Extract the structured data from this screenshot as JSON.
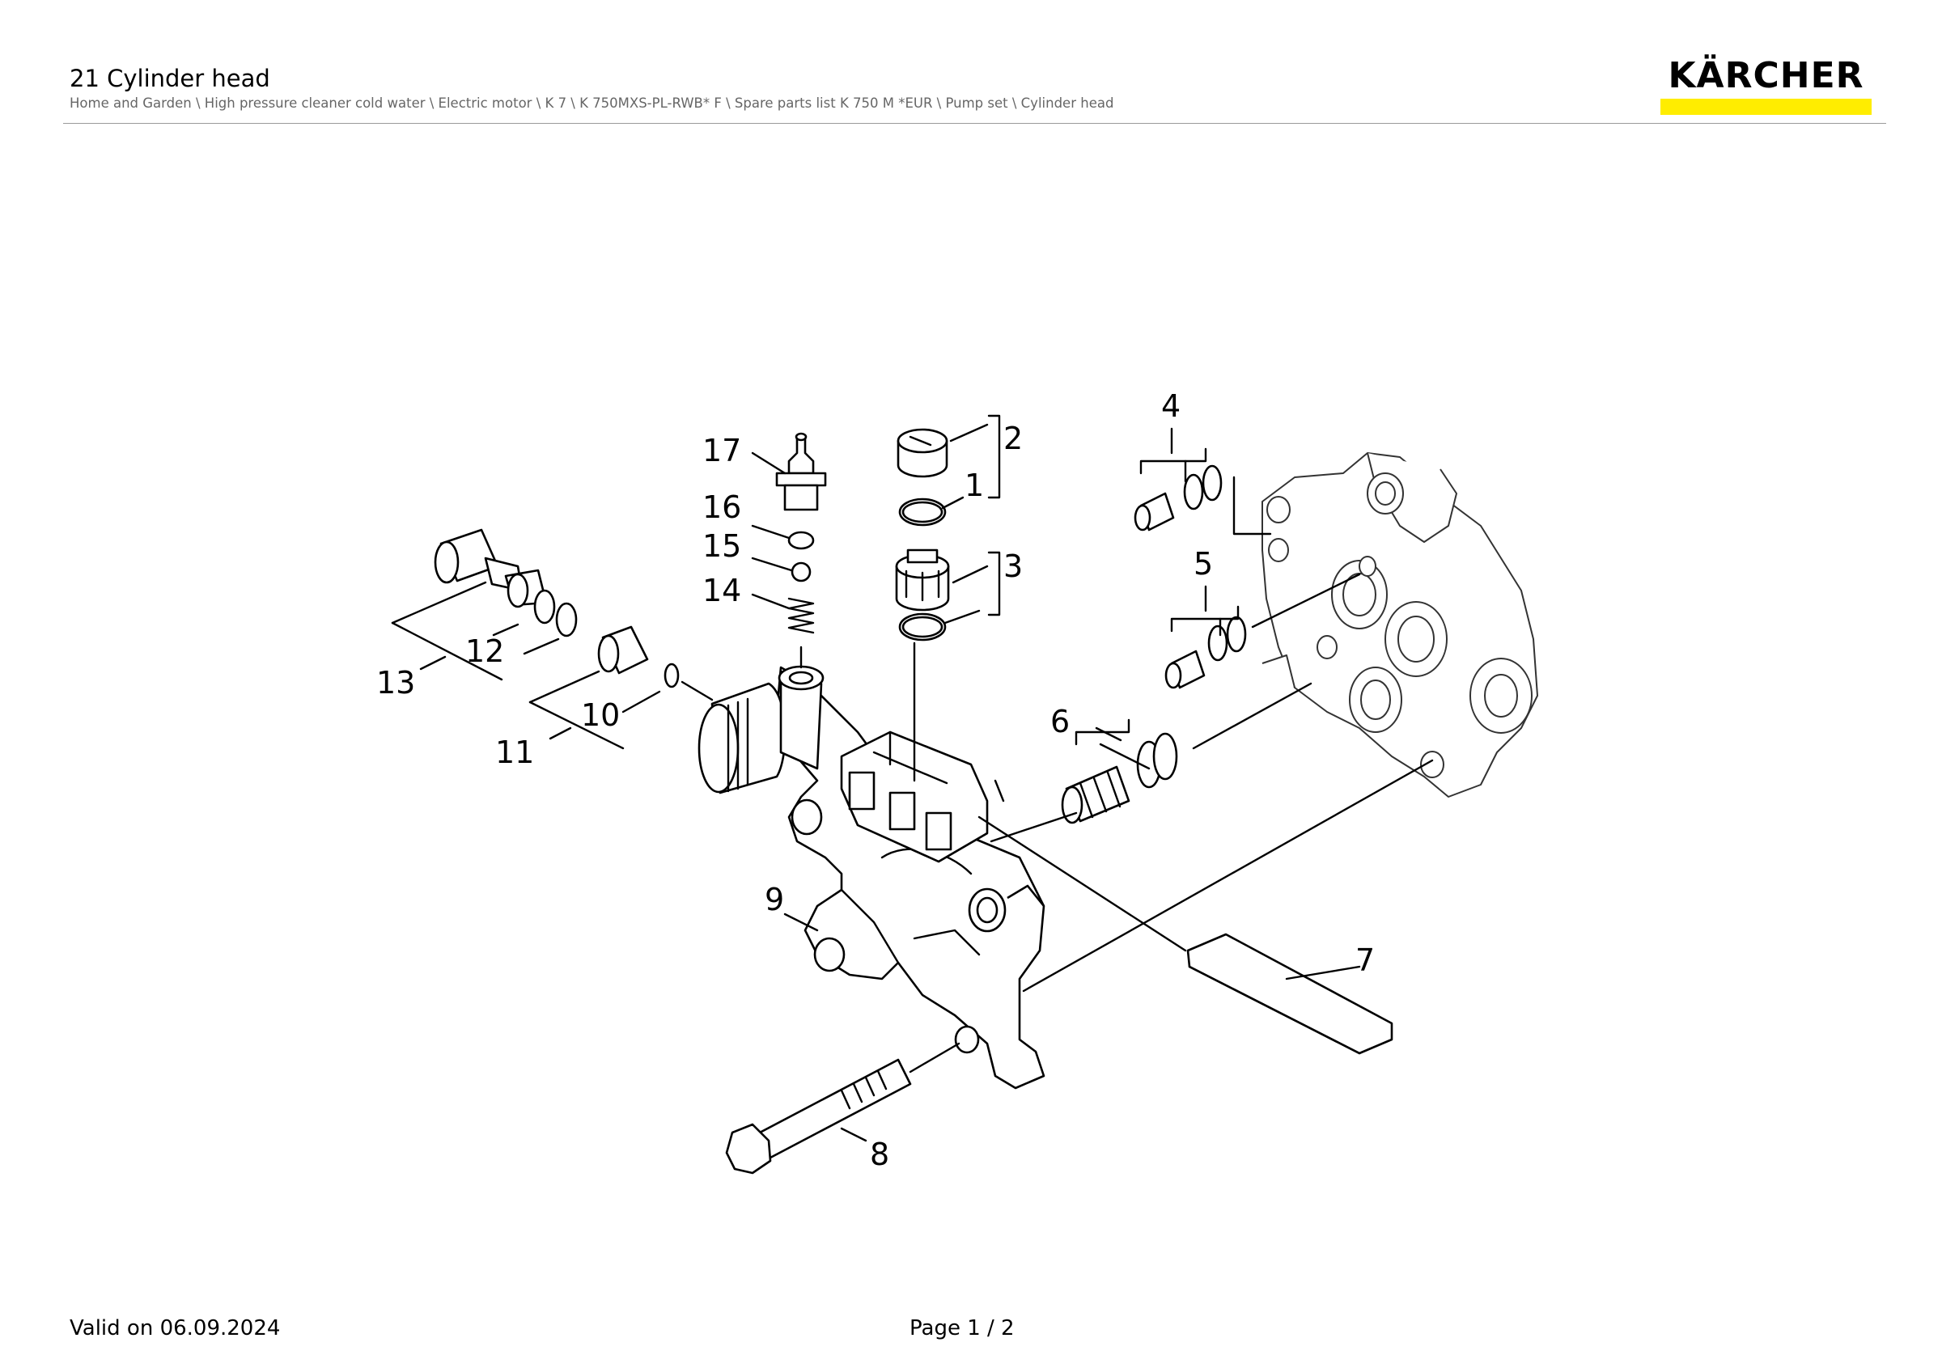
{
  "header": {
    "title": "21 Cylinder head",
    "breadcrumb": "Home and Garden \\ High pressure cleaner cold water \\ Electric motor \\ K 7 \\ K 750MXS-PL-RWB* F \\ Spare parts list K 750 M *EUR \\ Pump set \\ Cylinder head",
    "logo_text": "KÄRCHER"
  },
  "colors": {
    "brand_yellow": "#FFED00",
    "rule": "#9A9A9A",
    "breadcrumb_text": "#666666"
  },
  "diagram": {
    "callouts": [
      "1",
      "2",
      "3",
      "4",
      "5",
      "6",
      "7",
      "8",
      "9",
      "10",
      "11",
      "12",
      "13",
      "14",
      "15",
      "16",
      "17"
    ]
  },
  "footer": {
    "valid": "Valid on 06.09.2024",
    "page": "Page 1 / 2"
  }
}
